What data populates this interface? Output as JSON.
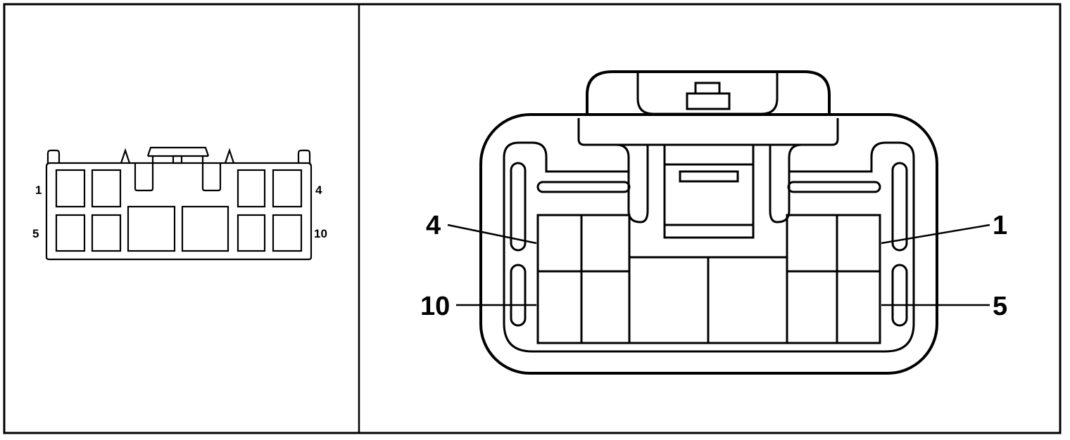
{
  "left_view": {
    "pin_labels": {
      "top_left": "1",
      "top_right": "4",
      "bottom_left": "5",
      "bottom_right": "10"
    }
  },
  "right_view": {
    "callouts": {
      "upper_left": "4",
      "lower_left": "10",
      "upper_right": "1",
      "lower_right": "5"
    }
  }
}
